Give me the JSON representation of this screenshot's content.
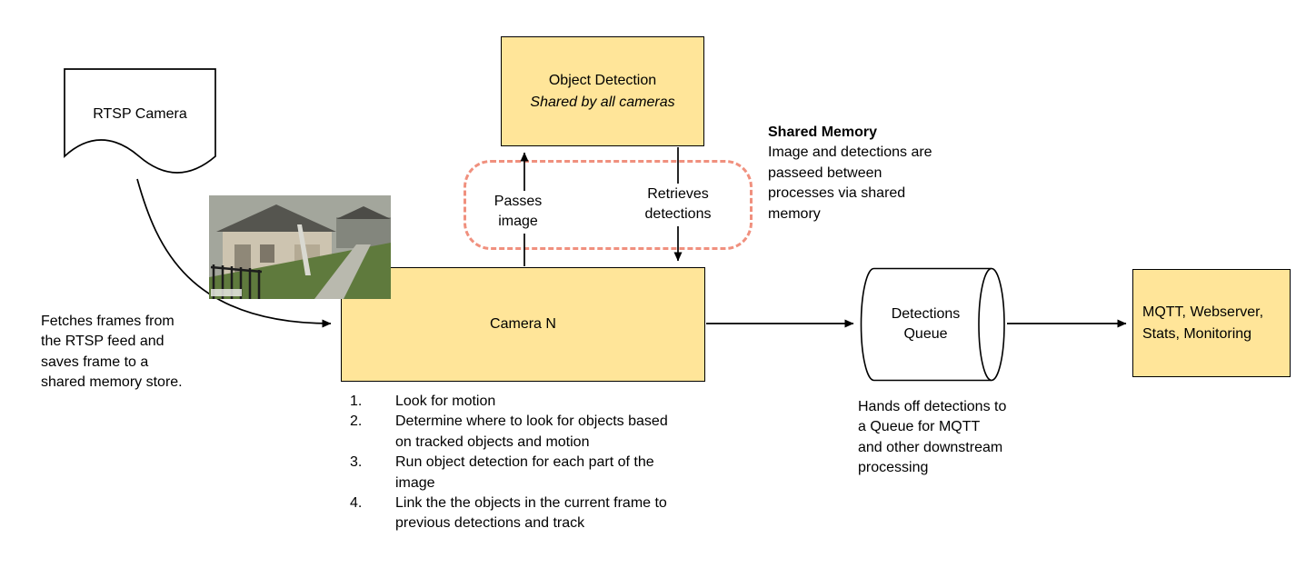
{
  "colors": {
    "node_fill": "#ffe599",
    "node_border": "#000000",
    "dash_border": "#f0907e",
    "arrow": "#000000",
    "canvas_bg": "#ffffff",
    "text": "#000000"
  },
  "nodes": {
    "rtsp_camera": "RTSP Camera",
    "object_detection_title": "Object Detection",
    "object_detection_subtitle": "Shared by all cameras",
    "camera_n": "Camera N",
    "detections_queue": "Detections Queue",
    "mqtt": "MQTT, Webserver, Stats, Monitoring"
  },
  "labels": {
    "passes_image": "Passes image",
    "retrieves_detections": "Retrieves detections"
  },
  "notes": {
    "shared_memory_title": "Shared Memory",
    "shared_memory_body": "Image and detections are passeed between processes via shared memory",
    "fetches_frames": "Fetches frames from the RTSP feed and saves frame to a shared memory store.",
    "queue_handoff": "Hands off detections to a Queue for MQTT and other downstream processing"
  },
  "camera_steps": [
    {
      "num": "1.",
      "text": "Look for motion"
    },
    {
      "num": "2.",
      "text": "Determine where to look for objects based on tracked objects and motion"
    },
    {
      "num": "3.",
      "text": "Run object detection for each part of the image"
    },
    {
      "num": "4.",
      "text": "Link the the objects in the current frame to previous detections and track"
    }
  ]
}
